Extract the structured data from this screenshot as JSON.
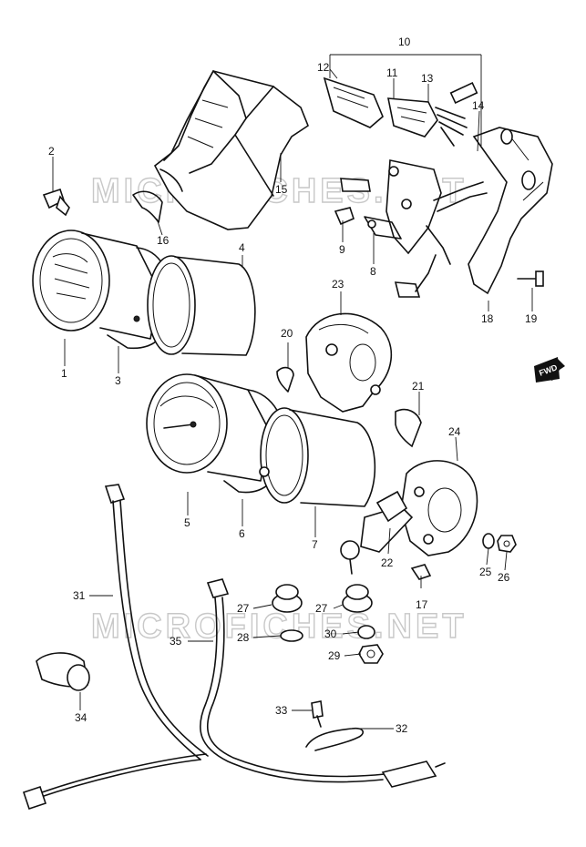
{
  "watermark": "MICROFICHES.NET",
  "fwd_label": "FWD",
  "callouts": [
    "1",
    "2",
    "3",
    "4",
    "5",
    "6",
    "7",
    "8",
    "9",
    "10",
    "11",
    "12",
    "13",
    "14",
    "15",
    "16",
    "17",
    "18",
    "19",
    "20",
    "21",
    "22",
    "23",
    "24",
    "25",
    "26",
    "27",
    "27",
    "28",
    "29",
    "30",
    "31",
    "32",
    "33",
    "34",
    "35"
  ]
}
